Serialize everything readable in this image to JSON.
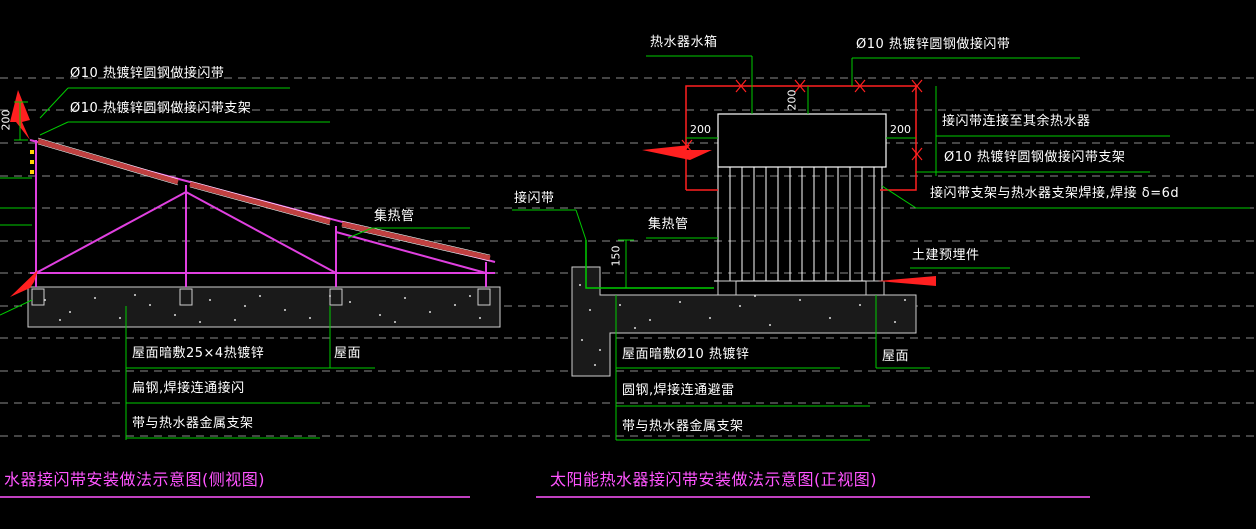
{
  "colors": {
    "background": "#000000",
    "label_text": "#ffffff",
    "title_text": "#ff55ff",
    "leader_line": "#00cc00",
    "dashed_line": "#9a9a9a",
    "magenta_structure": "#e040e0",
    "red_markup": "#ff2020",
    "collector_tube": "#c04040",
    "dimension_text": "#ffffff"
  },
  "side_view": {
    "callouts": [
      "Ø10 热镀锌圆钢做接闪带",
      "Ø10 热镀锌圆钢做接闪带支架",
      "集热管",
      "屋面暗敷25×4热镀锌",
      "扁钢,焊接连通接闪",
      "带与热水器金属支架",
      "屋面"
    ],
    "dimension": "200",
    "title": "水器接闪带安装做法示意图(侧视图)"
  },
  "front_view": {
    "callouts": [
      "热水器水箱",
      "Ø10 热镀锌圆钢做接闪带",
      "接闪带连接至其余热水器",
      "Ø10 热镀锌圆钢做接闪带支架",
      "接闪带支架与热水器支架焊接,焊接 δ=6d",
      "接闪带",
      "集热管",
      "土建预埋件",
      "屋面暗敷Ø10 热镀锌",
      "圆钢,焊接连通避雷",
      "带与热水器金属支架",
      "屋面"
    ],
    "dimensions": [
      "200",
      "200",
      "200",
      "150"
    ],
    "title": "太阳能热水器接闪带安装做法示意图(正视图)"
  }
}
